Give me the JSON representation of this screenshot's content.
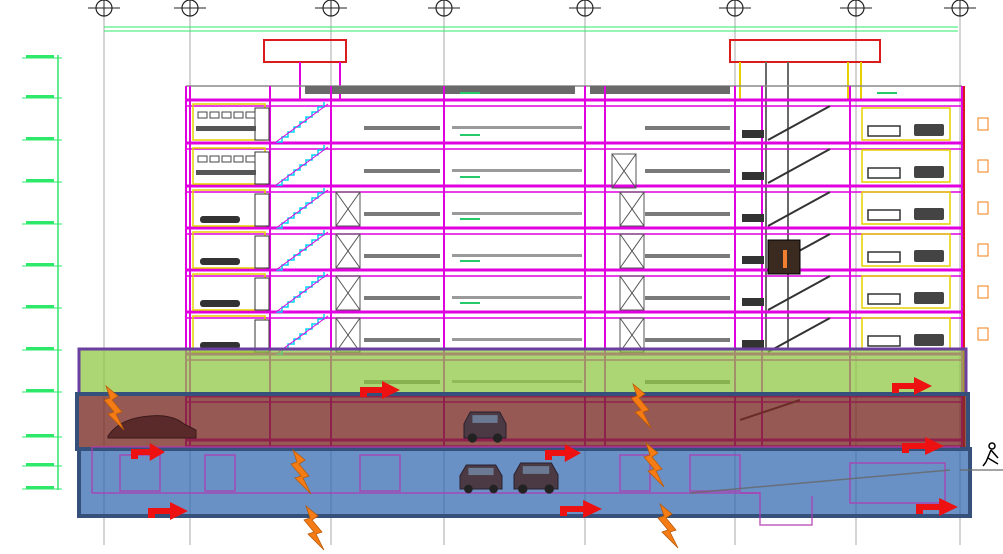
{
  "drawing": {
    "grid_axes": [
      "",
      "",
      "",
      "",
      "",
      "",
      "",
      ""
    ],
    "room_labels": [
      "",
      "",
      "",
      "",
      "",
      ""
    ],
    "overlays": [
      {
        "zone": "upper-basement",
        "color": "#8cc63f",
        "description_hidden": true
      },
      {
        "zone": "basement-1",
        "color": "#7a2a22",
        "description_hidden": true
      },
      {
        "zone": "basement-2",
        "color": "#2f66b0",
        "description_hidden": true
      }
    ],
    "colors": {
      "walls": "#e000e0",
      "stairs": "#00d6f0",
      "grid": "#9a9a9a",
      "levels": "#2ee86a",
      "fire": "#f57c14",
      "arrows": "#ee1111",
      "frame": "#35507a"
    },
    "icons": [
      "fire-icon",
      "exit-arrow-icon",
      "car-icon",
      "person-icon",
      "grid-bubble-icon"
    ]
  }
}
